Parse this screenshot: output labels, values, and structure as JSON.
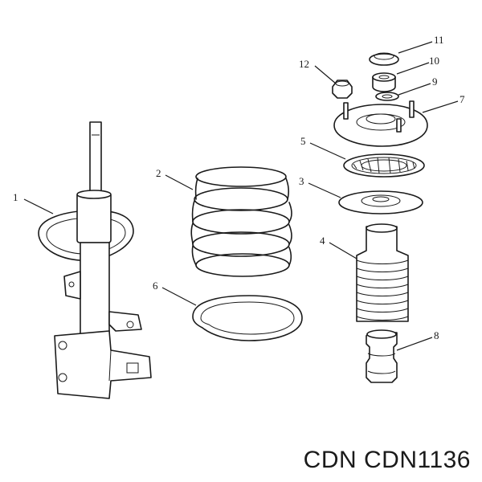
{
  "callouts": [
    {
      "id": "1",
      "label": "1"
    },
    {
      "id": "2",
      "label": "2"
    },
    {
      "id": "3",
      "label": "3"
    },
    {
      "id": "4",
      "label": "4"
    },
    {
      "id": "5",
      "label": "5"
    },
    {
      "id": "6",
      "label": "6"
    },
    {
      "id": "7",
      "label": "7"
    },
    {
      "id": "8",
      "label": "8"
    },
    {
      "id": "9",
      "label": "9"
    },
    {
      "id": "10",
      "label": "10"
    },
    {
      "id": "11",
      "label": "11"
    },
    {
      "id": "12",
      "label": "12"
    }
  ],
  "caption": "CDN CDN1136",
  "colors": {
    "line": "#1a1a1a",
    "background": "#ffffff"
  }
}
